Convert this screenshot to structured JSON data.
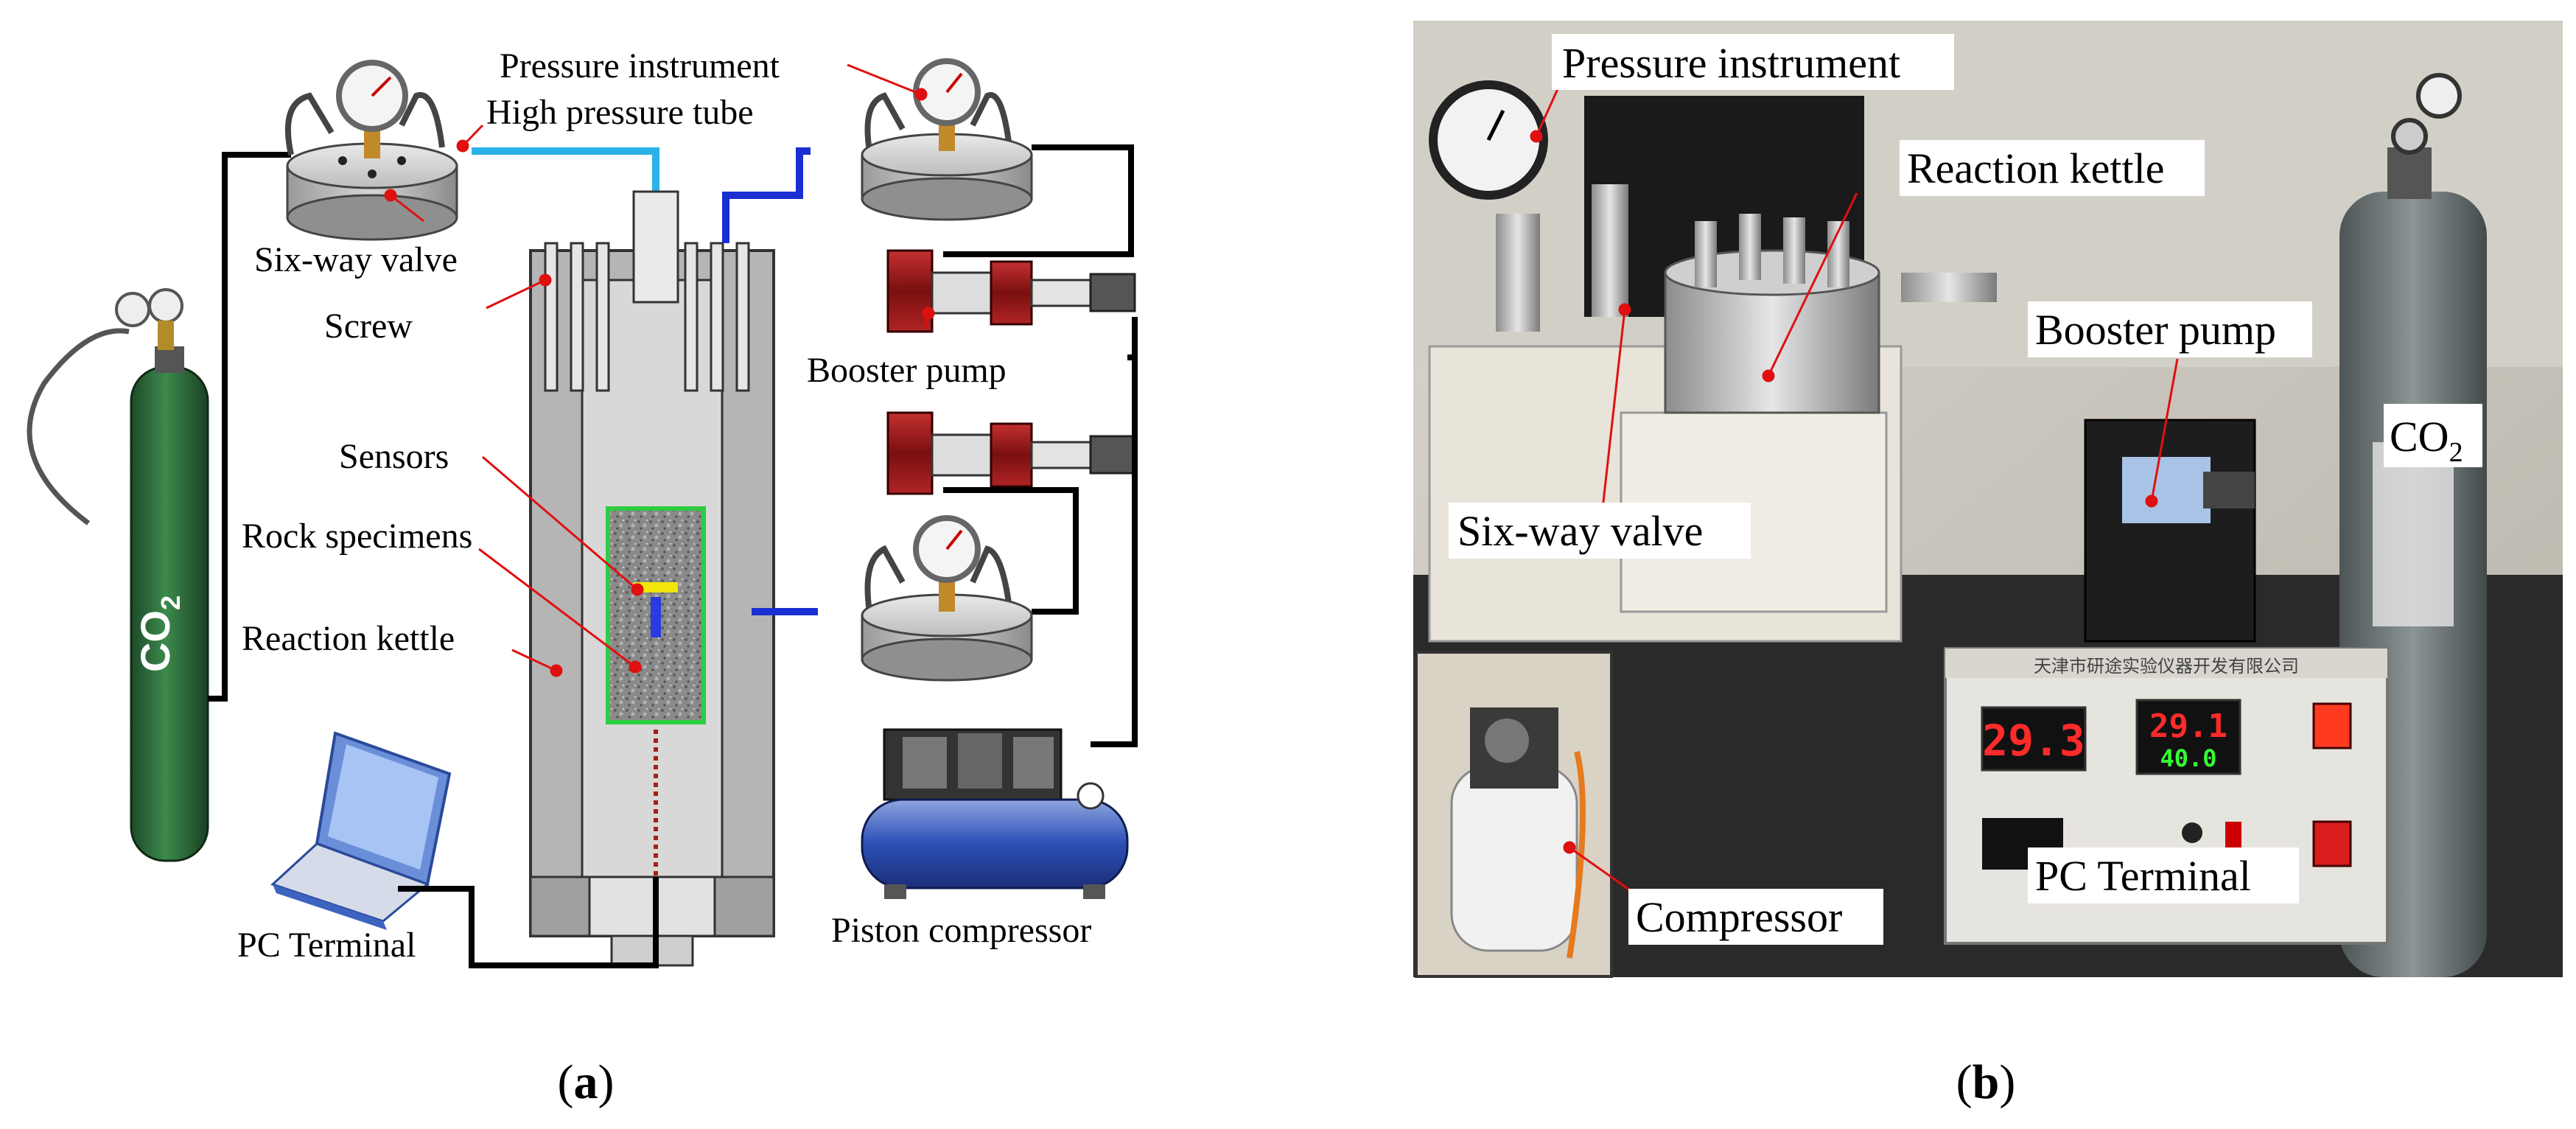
{
  "panel_a": {
    "caption": "(a)",
    "caption_letter": "a",
    "cylinder_label": "CO",
    "cylinder_sub": "2",
    "labels": {
      "pressure_instrument": "Pressure instrument",
      "high_pressure_tube": "High pressure tube",
      "six_way_valve": "Six-way valve",
      "screw": "Screw",
      "booster_pump": "Booster pump",
      "sensors": "Sensors",
      "rock_specimens": "Rock specimens",
      "reaction_kettle": "Reaction kettle",
      "pc_terminal": "PC Terminal",
      "piston_compressor": "Piston compressor"
    }
  },
  "panel_b": {
    "caption": "(b)",
    "caption_letter": "b",
    "labels": {
      "pressure_instrument": "Pressure instrument",
      "reaction_kettle": "Reaction kettle",
      "booster_pump": "Booster pump",
      "co2": "CO",
      "co2_sub": "2",
      "six_way_valve": "Six-way valve",
      "compressor": "Compressor",
      "pc_terminal": "PC Terminal"
    },
    "display_outer": "29.3",
    "display_inner_top": "29.1",
    "display_inner_bottom": "40.0"
  },
  "colors": {
    "cylinder_green": "#2e6b3a",
    "tube_cyan": "#2ab3e6",
    "tube_blue": "#1a2fd1",
    "pump_red": "#9e1a1a",
    "leader_red": "#e01010",
    "rock_green": "#2ecc40",
    "display_red": "#ff2a2a",
    "display_green": "#33ff33"
  }
}
